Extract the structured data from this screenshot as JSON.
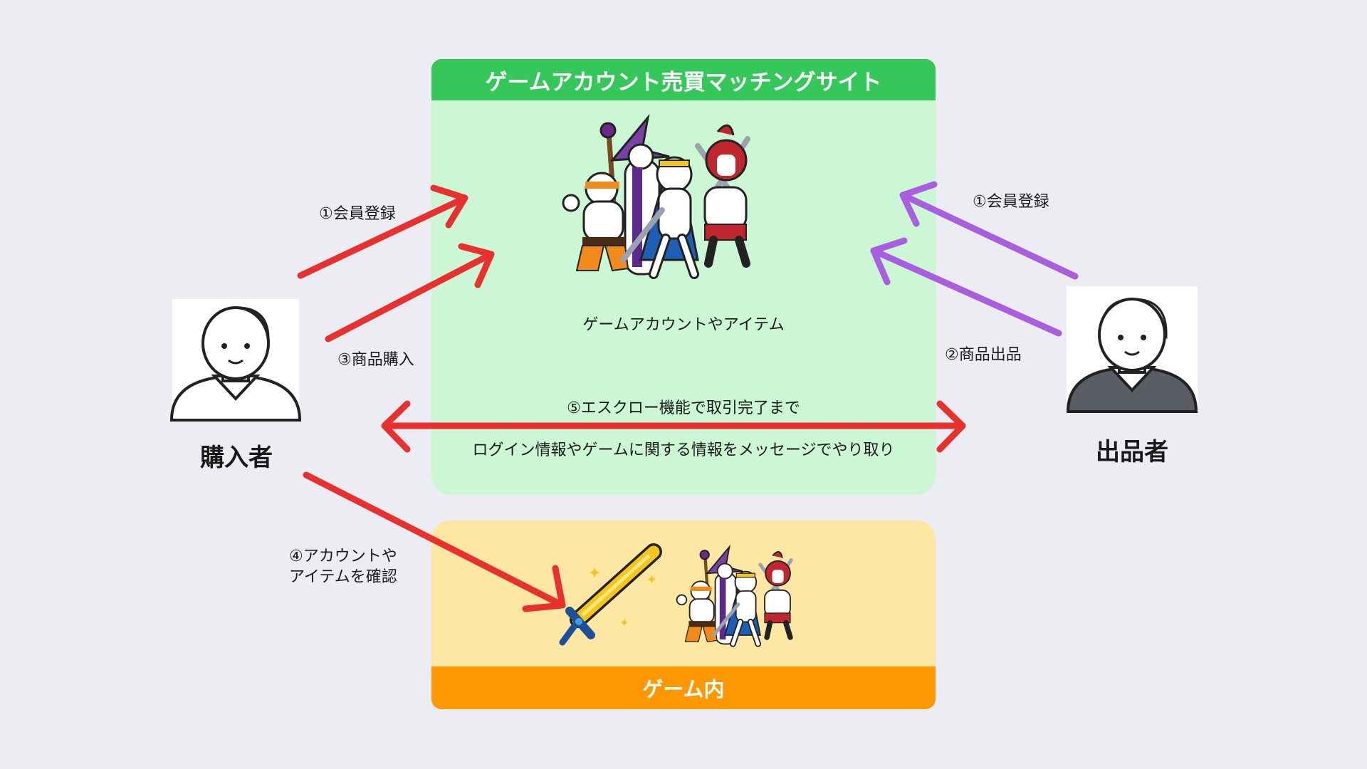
{
  "site": {
    "title": "ゲームアカウント売買マッチングサイト",
    "caption": "ゲームアカウントやアイテム",
    "escrow_label": "⑤エスクロー機能で取引完了まで",
    "message_label": "ログイン情報やゲームに関する情報をメッセージでやり取り"
  },
  "game": {
    "title": "ゲーム内"
  },
  "buyer": {
    "label": "購入者",
    "steps": {
      "register": "①会員登録",
      "purchase": "③商品購入",
      "confirm_line1": "④アカウントや",
      "confirm_line2": "アイテムを確認"
    }
  },
  "seller": {
    "label": "出品者",
    "steps": {
      "register": "①会員登録",
      "list": "②商品出品"
    }
  },
  "colors": {
    "red_arrow": "#e8302f",
    "purple_arrow": "#a95ee0",
    "site_header": "#35c759",
    "site_bg": "#ccf7d5",
    "game_bg": "#fde7a2",
    "game_footer": "#ff9800"
  },
  "icons": [
    "buyer-avatar-icon",
    "seller-avatar-icon",
    "characters-group-icon",
    "sword-icon"
  ]
}
